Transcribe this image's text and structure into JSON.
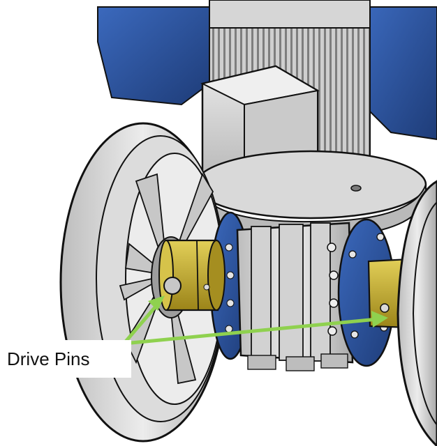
{
  "annotation": {
    "label": "Drive Pins",
    "arrow_color": "#8fd14f"
  },
  "colors": {
    "motor_blue": "#2f5aa8",
    "motor_blue_dark": "#1f3f7e",
    "metal_light": "#e4e4e4",
    "metal_mid": "#c4c4c4",
    "metal_dark": "#8e8e8e",
    "pin_yellow": "#c9b02c",
    "pin_yellow_dark": "#8f7a16",
    "edge": "#222222"
  },
  "icons": [
    "wheel-left",
    "wheel-right",
    "motor",
    "coupling",
    "drive-pin-left",
    "drive-pin-right",
    "arrow"
  ]
}
